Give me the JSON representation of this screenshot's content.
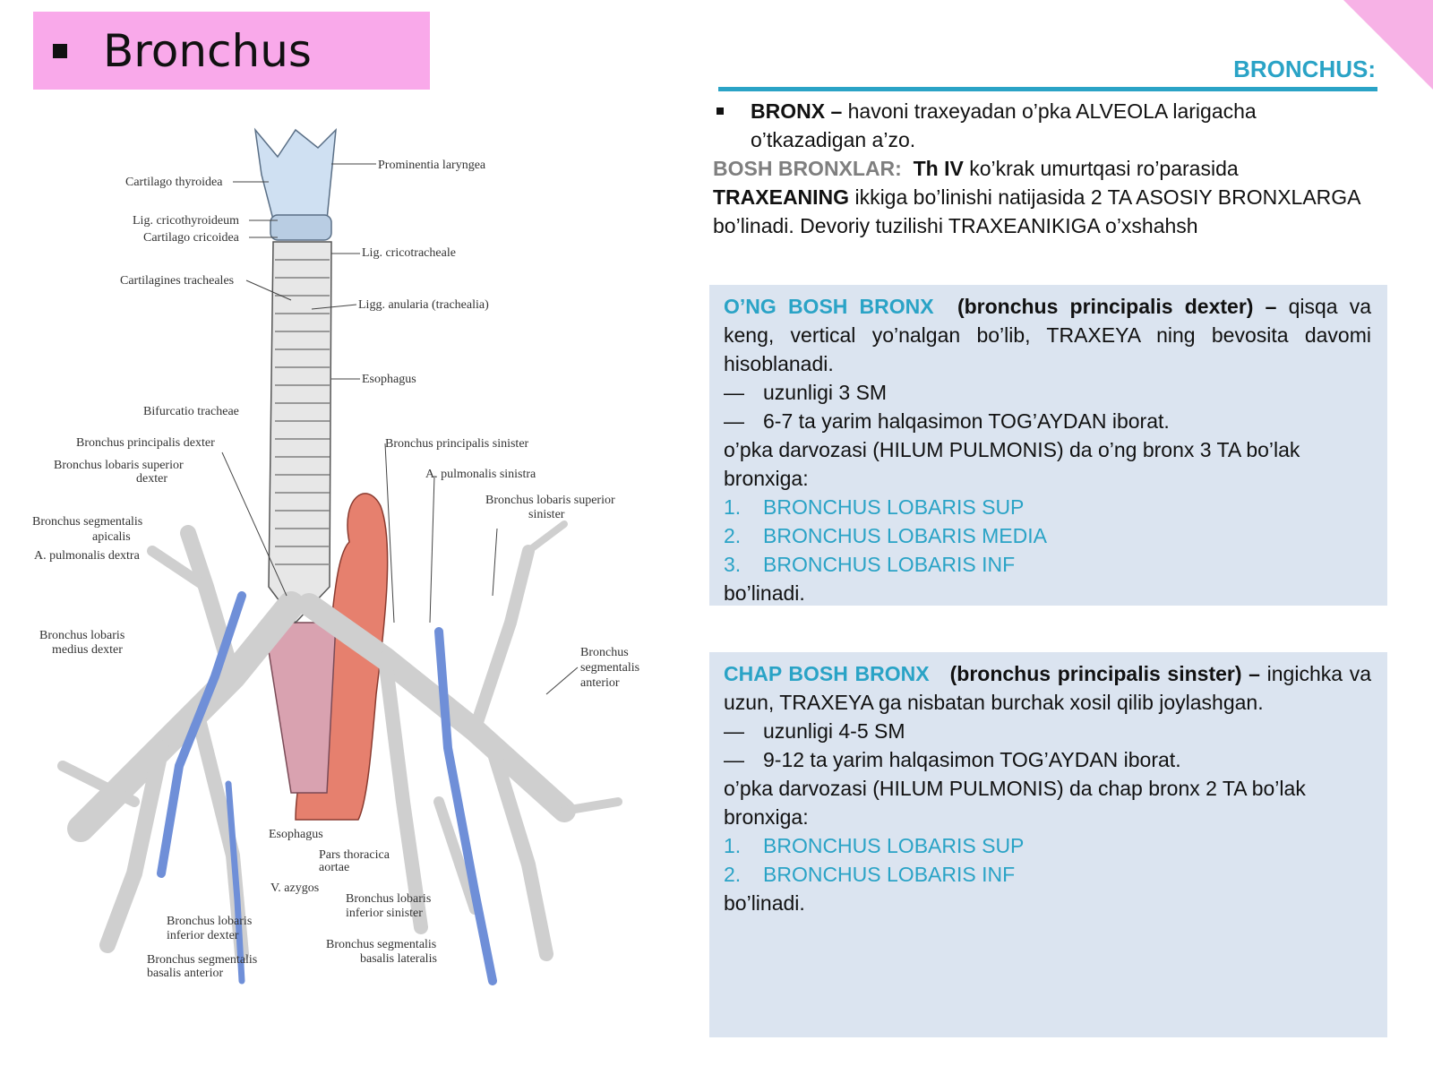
{
  "title": "Bronchus",
  "section_heading": "BRONCHUS:",
  "intro": {
    "bronx_term": "BRONX –",
    "bronx_def_1": "havoni traxeyadan o’pka ALVEOLA larigacha",
    "bronx_def_2": "o’tkazadigan a’zo.",
    "bosh_label": "BOSH BRONXLAR:",
    "th": "Th IV",
    "bosh_text_1": "ko’krak umurtqasi ro’parasida",
    "traxea_term": "TRAXEANING",
    "bosh_text_2": "ikkiga bo’linishi natijasida 2 TA ASOSIY BRONXLARGA",
    "bosh_text_3": "bo’linadi. Devoriy tuzilishi TRAXEANIKIGA o’xshahsh"
  },
  "right_bronchus": {
    "heading": "O’NG BOSH BRONX",
    "latin": "(bronchus principalis dexter) –",
    "desc": "qisqa va keng, vertical yo’nalgan bo’lib, TRAXEYA ning bevosita davomi hisoblanadi.",
    "dash_mark": "—",
    "facts": [
      "uzunligi 3 SM",
      "6-7 ta yarim halqasimon TOG’AYDAN iborat."
    ],
    "hilum_text": "o’pka darvozasi (HILUM PULMONIS) da o’ng bronx 3 TA bo’lak bronxiga:",
    "lobes": [
      {
        "num": "1.",
        "name": "BRONCHUS LOBARIS SUP"
      },
      {
        "num": "2.",
        "name": "BRONCHUS LOBARIS MEDIA"
      },
      {
        "num": "3.",
        "name": "BRONCHUS LOBARIS INF"
      }
    ],
    "ending": "bo’linadi."
  },
  "left_bronchus": {
    "heading": "CHAP BOSH BRONX",
    "latin": "(bronchus principalis sinster) –",
    "desc": "ingichka va uzun, TRAXEYA ga nisbatan burchak xosil qilib joylashgan.",
    "dash_mark": "—",
    "facts": [
      "uzunligi 4-5 SM",
      "9-12 ta yarim halqasimon TOG’AYDAN iborat."
    ],
    "hilum_text": "o’pka darvozasi (HILUM PULMONIS) da chap bronx 2 TA bo’lak bronxiga:",
    "lobes": [
      {
        "num": "1.",
        "name": "BRONCHUS LOBARIS SUP"
      },
      {
        "num": "2.",
        "name": "BRONCHUS LOBARIS INF"
      }
    ],
    "ending": "bo’linadi."
  },
  "figure_labels": {
    "cartilago_thyroidea": "Cartilago thyroidea",
    "prominentia": "Prominentia laryngea",
    "lig_cricothyroideum": "Lig. cricothyroideum",
    "cartilago_cricoidea": "Cartilago cricoidea",
    "lig_cricotracheale": "Lig. cricotracheale",
    "cartilagines_tracheales": "Cartilagines tracheales",
    "ligg_anularia": "Ligg. anularia (trachealia)",
    "esophagus_top": "Esophagus",
    "bifurcatio": "Bifurcatio tracheae",
    "bronchus_principalis_dexter": "Bronchus principalis dexter",
    "bronchus_principalis_sinister": "Bronchus principalis sinister",
    "bronchus_lobaris_superior_dexter_1": "Bronchus lobaris superior",
    "bronchus_lobaris_superior_dexter_2": "dexter",
    "a_pulmonalis_sinistra": "A. pulmonalis sinistra",
    "bronchus_segmentalis_apicalis_1": "Bronchus segmentalis",
    "bronchus_segmentalis_apicalis_2": "apicalis",
    "bronchus_lobaris_superior_sinister_1": "Bronchus lobaris superior",
    "bronchus_lobaris_superior_sinister_2": "sinister",
    "a_pulmonalis_dextra": "A. pulmonalis dextra",
    "bronchus_lobaris_medius_1": "Bronchus lobaris",
    "bronchus_lobaris_medius_2": "medius dexter",
    "bronchus_segmentalis_anterior_1": "Bronchus",
    "bronchus_segmentalis_anterior_2": "segmentalis",
    "bronchus_segmentalis_anterior_3": "anterior",
    "esophagus_bottom": "Esophagus",
    "pars_thoracica_1": "Pars thoracica",
    "pars_thoracica_2": "aortae",
    "v_azygos": "V. azygos",
    "bronchus_lobaris_inferior_sinister_1": "Bronchus lobaris",
    "bronchus_lobaris_inferior_sinister_2": "inferior sinister",
    "bronchus_lobaris_inferior_dexter_1": "Bronchus lobaris",
    "bronchus_lobaris_inferior_dexter_2": "inferior dexter",
    "bronchus_segmentalis_basalis_lateralis_1": "Bronchus segmentalis",
    "bronchus_segmentalis_basalis_lateralis_2": "basalis lateralis",
    "bronchus_segmentalis_basalis_anterior_1": "Bronchus segmentalis",
    "bronchus_segmentalis_basalis_anterior_2": "basalis anterior"
  }
}
